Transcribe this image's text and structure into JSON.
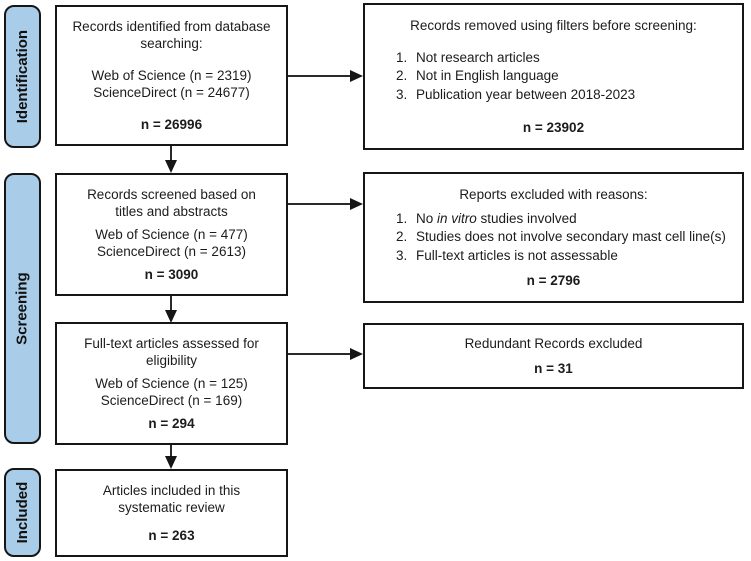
{
  "colors": {
    "stage_fill": "#A9CCE9",
    "line_color": "#161616"
  },
  "stages": {
    "identification": "Identification",
    "screening": "Screening",
    "included": "Included"
  },
  "boxes": {
    "identified": {
      "title_lines": [
        "Records identified from database",
        "searching:"
      ],
      "sources": [
        "Web of Science (n = 2319)",
        "ScienceDirect (n = 24677)"
      ],
      "total": "n = 26996"
    },
    "removed": {
      "title": "Records removed using filters before screening:",
      "reasons": [
        "Not research articles",
        "Not in English language",
        "Publication year between 2018-2023"
      ],
      "total": "n = 23902"
    },
    "screened": {
      "title_lines": [
        "Records screened based on",
        "titles and abstracts"
      ],
      "sources": [
        "Web of Science (n = 477)",
        "ScienceDirect (n = 2613)"
      ],
      "total": "n = 3090"
    },
    "excluded": {
      "title": "Reports excluded with reasons:",
      "reasons": [
        {
          "pre": "No ",
          "italic": "in vitro",
          "post": " studies involved"
        },
        {
          "pre": "Studies does not involve secondary mast cell line(s)",
          "italic": "",
          "post": ""
        },
        {
          "pre": "Full-text articles is not assessable",
          "italic": "",
          "post": ""
        }
      ],
      "total": "n = 2796"
    },
    "fulltext": {
      "title_lines": [
        "Full-text articles assessed for",
        "eligibility"
      ],
      "sources": [
        "Web of Science (n = 125)",
        "ScienceDirect (n = 169)"
      ],
      "total": "n = 294"
    },
    "redundant": {
      "title": "Redundant Records excluded",
      "total": "n = 31"
    },
    "included_articles": {
      "title_lines": [
        "Articles included in this",
        "systematic review"
      ],
      "total": "n = 263"
    }
  }
}
